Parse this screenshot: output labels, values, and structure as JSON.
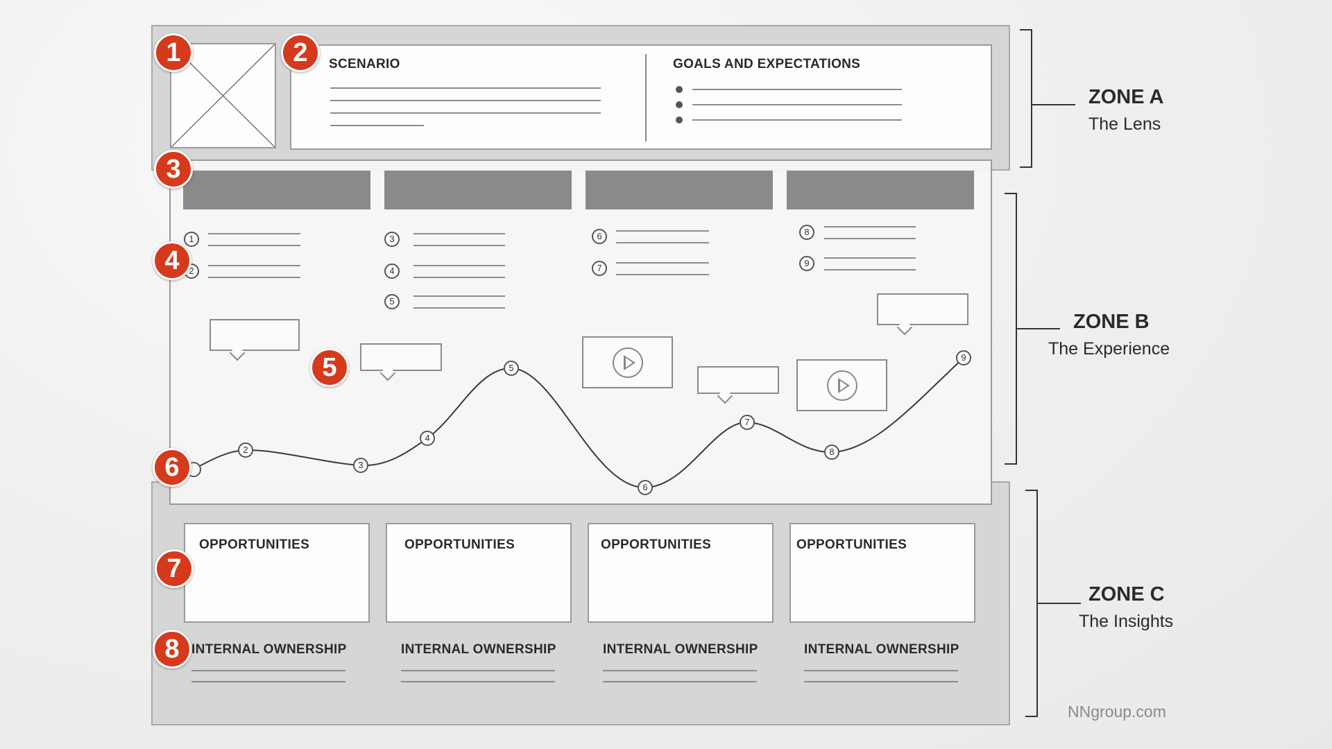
{
  "zone_a": {
    "badge_image": "1",
    "badge_lens": "2",
    "scenario_label": "SCENARIO",
    "goals_label": "GOALS AND EXPECTATIONS",
    "title": "ZONE A",
    "subtitle": "The Lens"
  },
  "zone_b": {
    "badge_phases": "3",
    "badge_actions": "4",
    "badge_thoughts": "5",
    "badge_emotions": "6",
    "steps": [
      "1",
      "2",
      "3",
      "4",
      "5",
      "6",
      "7",
      "8",
      "9"
    ],
    "title": "ZONE B",
    "subtitle": "The Experience"
  },
  "zone_c": {
    "badge_opportunities": "7",
    "badge_ownership": "8",
    "opportunities": [
      "OPPORTUNITIES",
      "OPPORTUNITIES",
      "OPPORTUNITIES",
      "OPPORTUNITIES"
    ],
    "ownership": [
      "INTERNAL OWNERSHIP",
      "INTERNAL OWNERSHIP",
      "INTERNAL OWNERSHIP",
      "INTERNAL OWNERSHIP"
    ],
    "title": "ZONE C",
    "subtitle": "The Insights"
  },
  "credit": "NNgroup.com",
  "colors": {
    "badge": "#d63a1c",
    "panel": "#d6d6d6",
    "header_bar": "#8a8a8a"
  },
  "icons": [
    "image-placeholder-icon",
    "play-icon",
    "speech-bubble-icon"
  ]
}
